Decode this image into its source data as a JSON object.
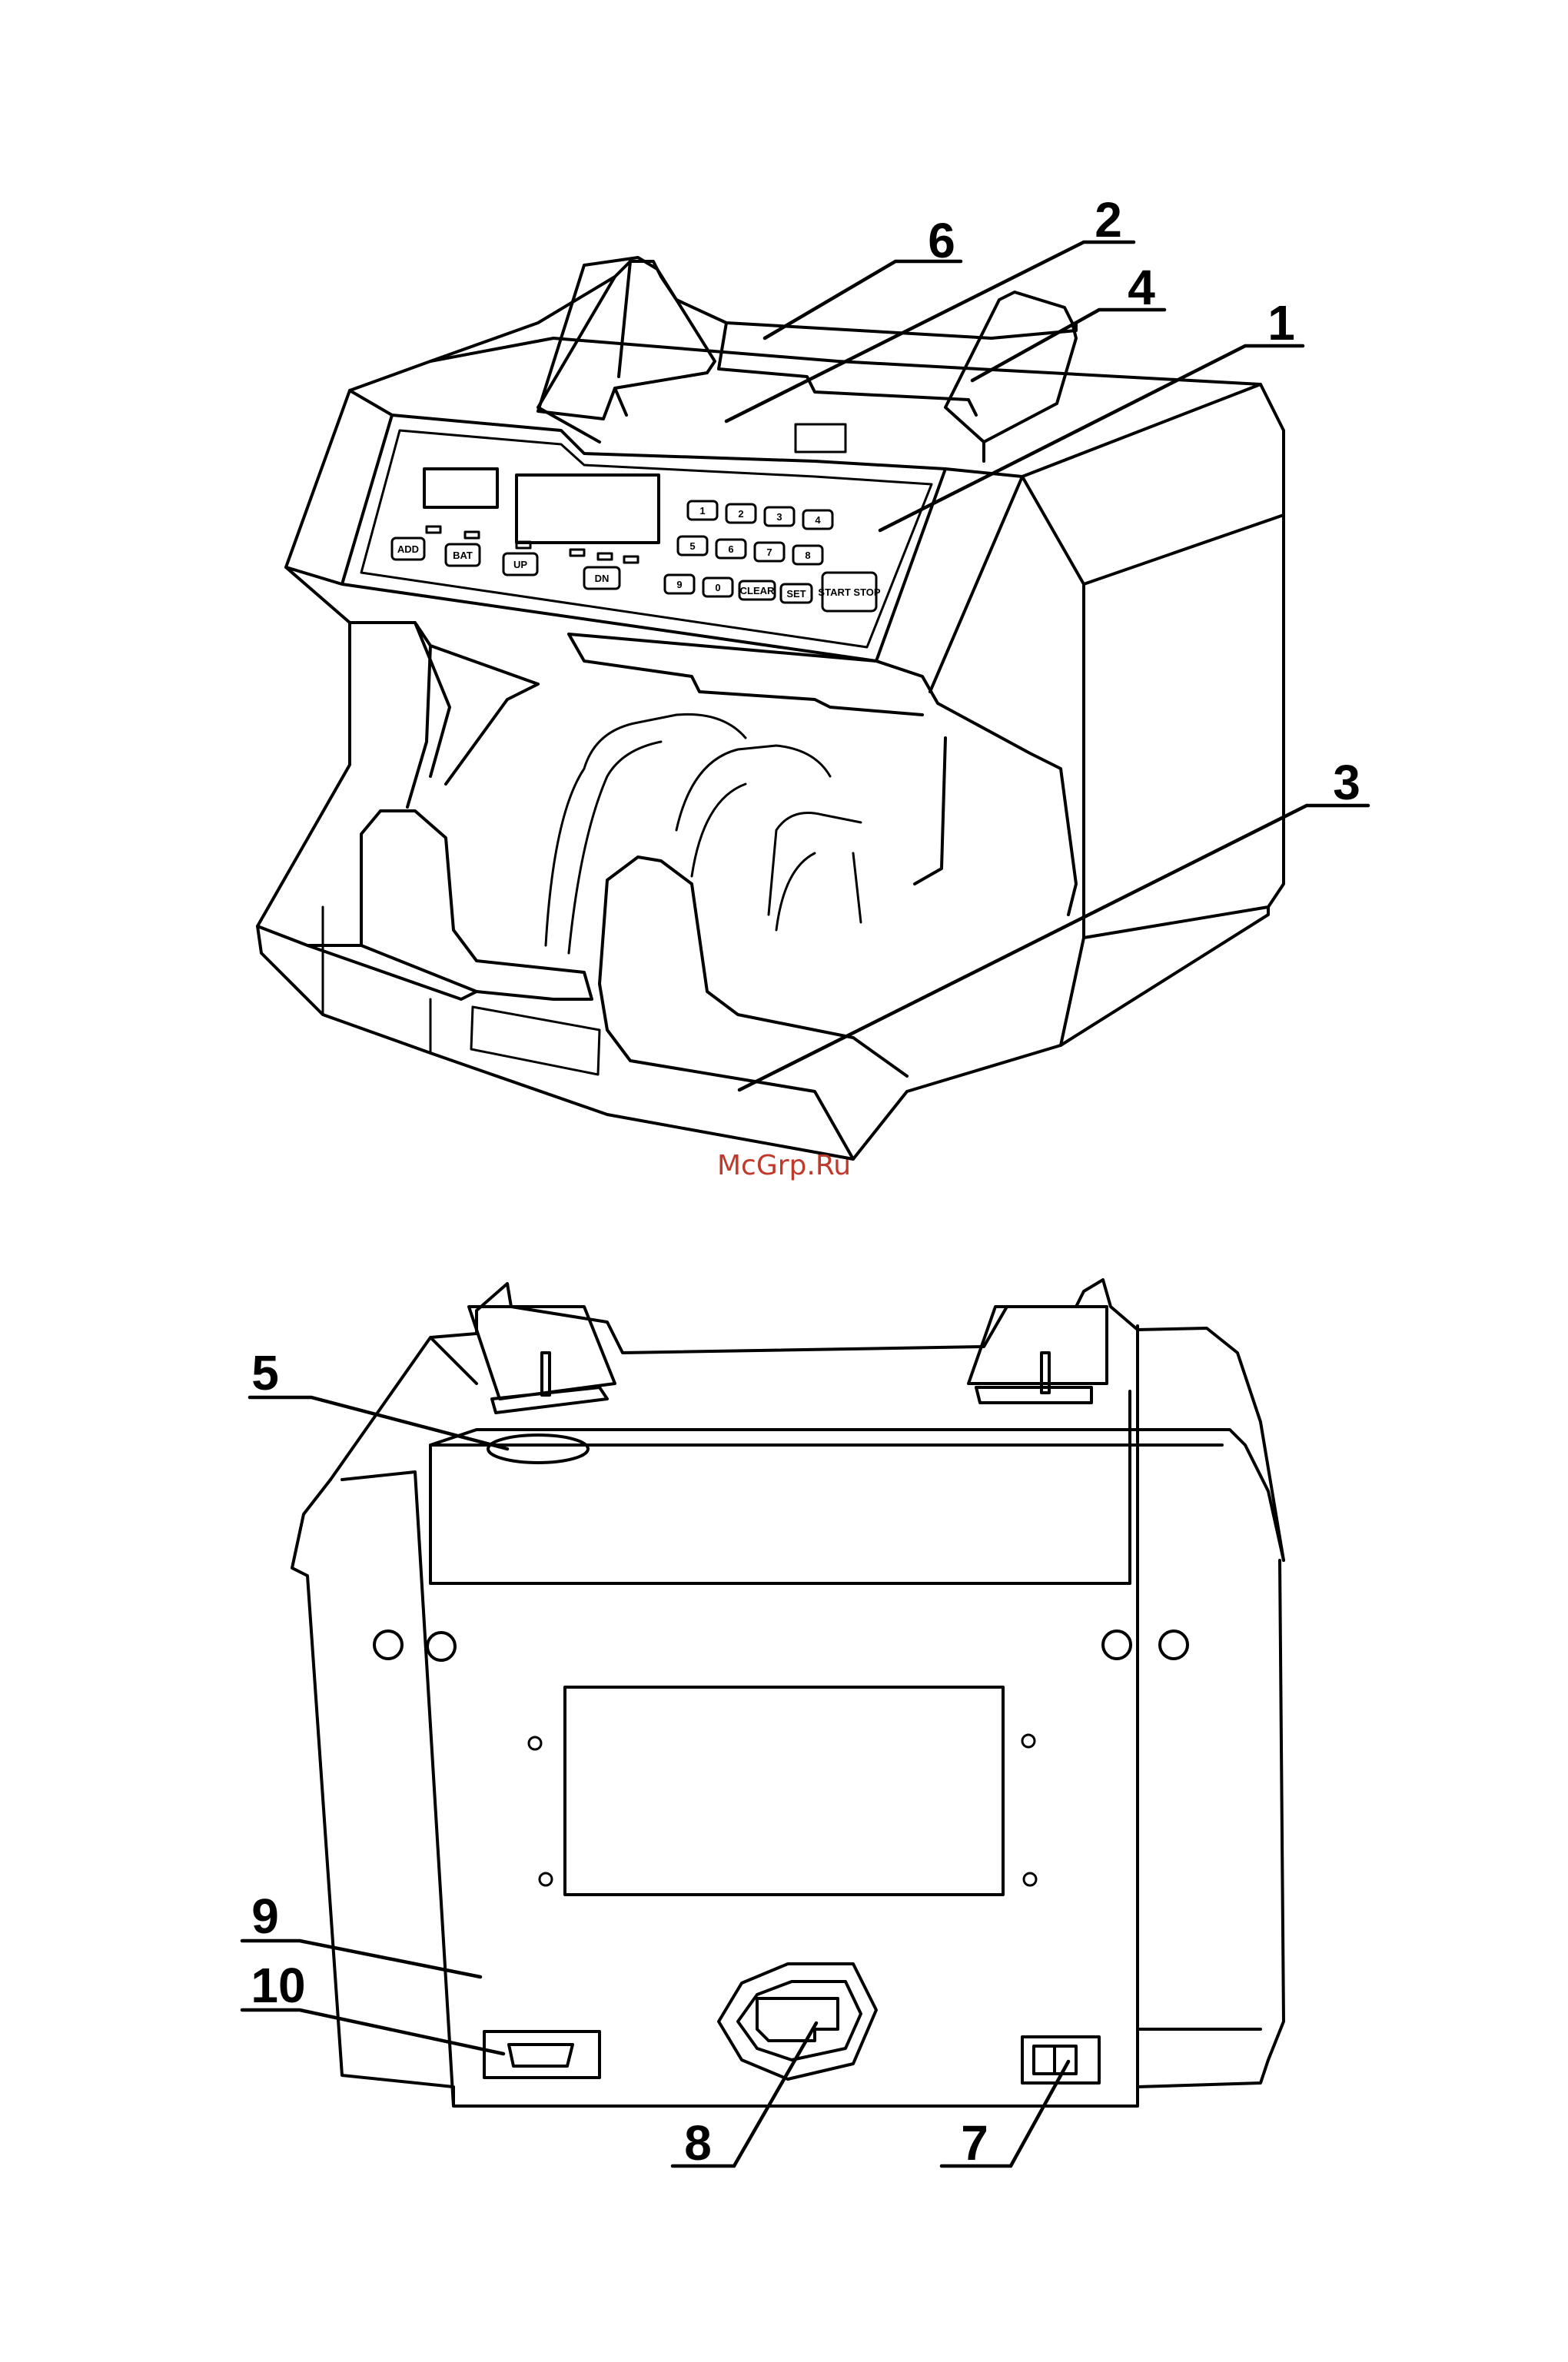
{
  "watermark": "McGrp.Ru",
  "callouts": {
    "c1": "1",
    "c2": "2",
    "c3": "3",
    "c4": "4",
    "c5": "5",
    "c6": "6",
    "c7": "7",
    "c8": "8",
    "c9": "9",
    "c10": "10"
  },
  "keys": {
    "k1": "1",
    "k2": "2",
    "k3": "3",
    "k4": "4",
    "k5": "5",
    "k6": "6",
    "k7": "7",
    "k8": "8",
    "k9": "9",
    "k0": "0",
    "clear": "CLEAR",
    "set": "SET",
    "start_stop": "START STOP",
    "add": "ADD",
    "bat": "BAT",
    "up": "UP",
    "dn": "DN"
  },
  "colors": {
    "line": "#000000",
    "watermark": "#c0392b",
    "background": "#ffffff"
  }
}
